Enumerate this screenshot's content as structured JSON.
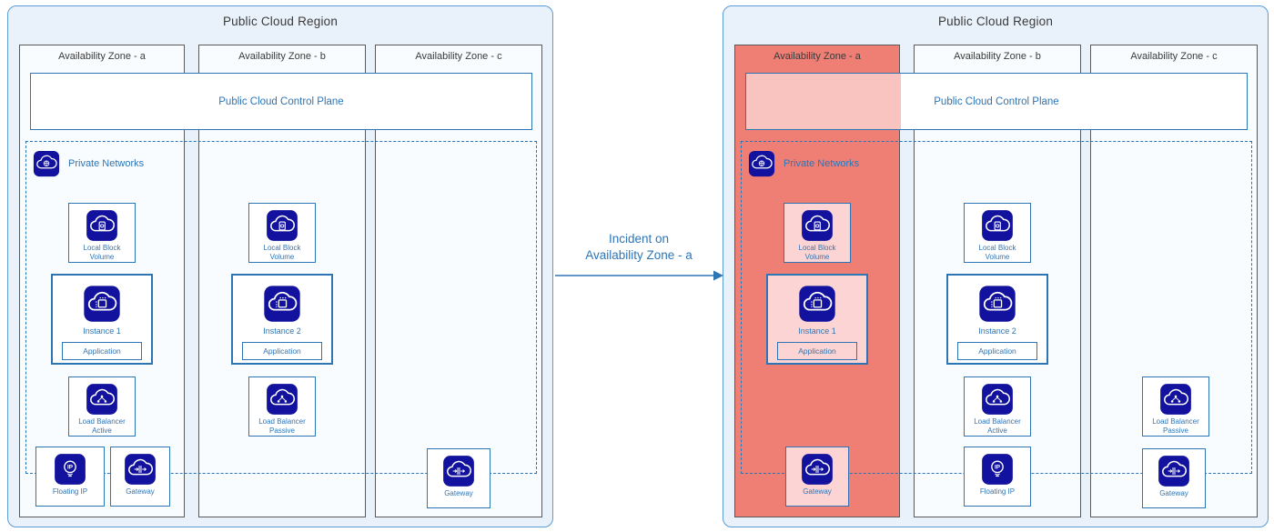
{
  "left_diagram": {
    "title": "Public Cloud Region",
    "control_plane_label": "Public Cloud Control Plane",
    "private_networks_label": "Private Networks",
    "zone_a": {
      "label": "Availability Zone - a",
      "local_block_volume": "Local Block Volume",
      "instance": "Instance 1",
      "application": "Application",
      "load_balancer": "Load Balancer Active",
      "floating_ip": "Floating IP",
      "gateway": "Gateway"
    },
    "zone_b": {
      "label": "Availability Zone - b",
      "local_block_volume": "Local Block Volume",
      "instance": "Instance 2",
      "application": "Application",
      "load_balancer": "Load Balancer Passive"
    },
    "zone_c": {
      "label": "Availability Zone - c",
      "gateway": "Gateway"
    }
  },
  "connector": {
    "label_line1": "Incident on",
    "label_line2": "Availability Zone - a"
  },
  "right_diagram": {
    "title": "Public Cloud Region",
    "control_plane_label": "Public Cloud Control Plane",
    "private_networks_label": "Private Networks",
    "zone_a": {
      "label": "Availability Zone - a",
      "local_block_volume": "Local Block Volume",
      "instance": "Instance 1",
      "application": "Application",
      "gateway": "Gateway"
    },
    "zone_b": {
      "label": "Availability Zone - b",
      "local_block_volume": "Local Block Volume",
      "instance": "Instance 2",
      "application": "Application",
      "load_balancer": "Load Balancer Active",
      "floating_ip": "Floating IP"
    },
    "zone_c": {
      "label": "Availability Zone - c",
      "load_balancer": "Load Balancer Passive",
      "gateway": "Gateway"
    }
  },
  "colors": {
    "accent_blue": "#2E75B6",
    "icon_navy": "#12129E",
    "region_fill": "#E9F2FB",
    "region_border": "#5B9BD5",
    "zone_border": "#595959",
    "incident_red": "#EF7E75",
    "incident_pink_control_plane": "#F9C3BF",
    "incident_pink_node": "#FBD4D3"
  }
}
